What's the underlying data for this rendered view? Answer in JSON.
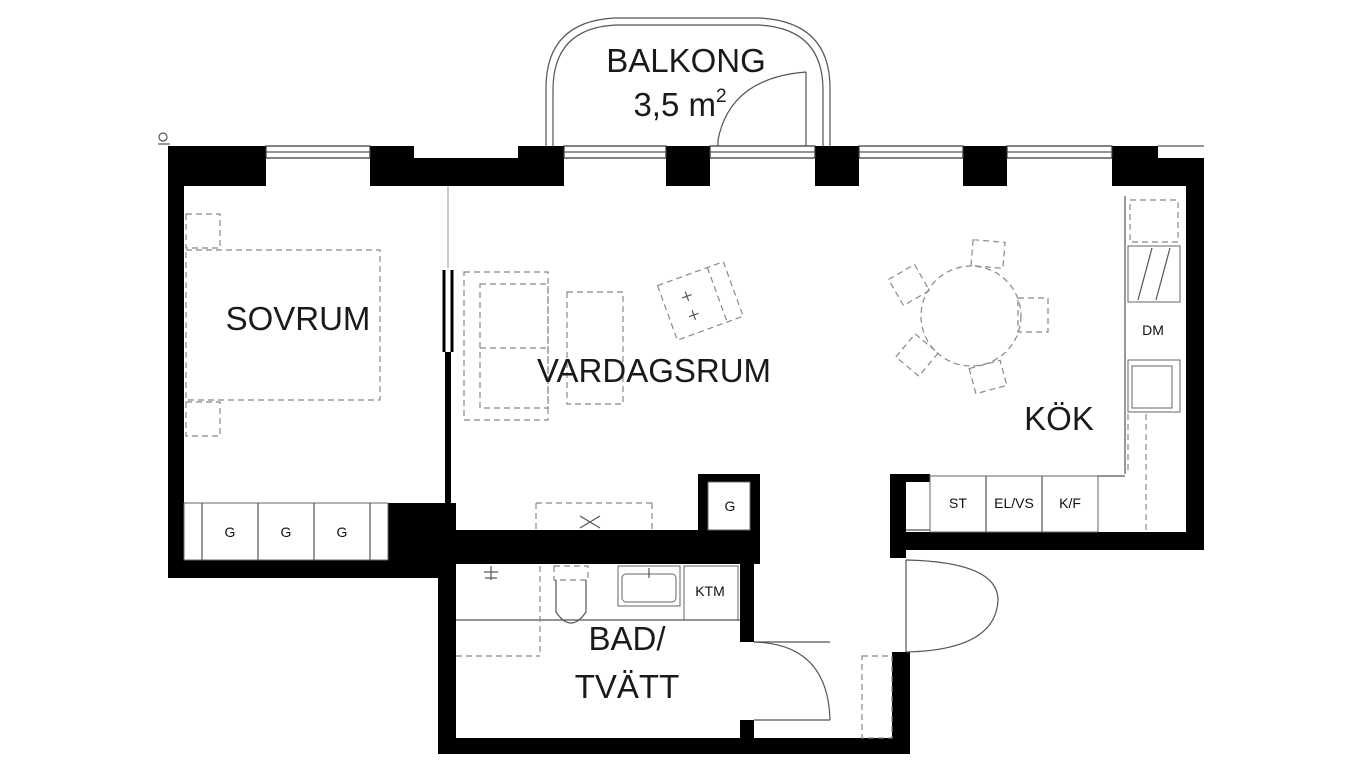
{
  "rooms": {
    "balcony_name": "BALKONG",
    "balcony_area_num": "3,5 m",
    "balcony_area_sup": "2",
    "bedroom": "SOVRUM",
    "living": "VARDAGSRUM",
    "kitchen": "KÖK",
    "bath_line1": "BAD/",
    "bath_line2": "TVÄTT"
  },
  "fixtures": {
    "wardrobe_1": "G",
    "wardrobe_2": "G",
    "wardrobe_3": "G",
    "wardrobe_hall": "G",
    "stove": "ST",
    "sink": "EL/VS",
    "fridge": "K/F",
    "dishwasher": "DM",
    "washer": "KTM"
  },
  "colors": {
    "wall": "#000000",
    "line": "#555555",
    "furniture": "#888888"
  }
}
